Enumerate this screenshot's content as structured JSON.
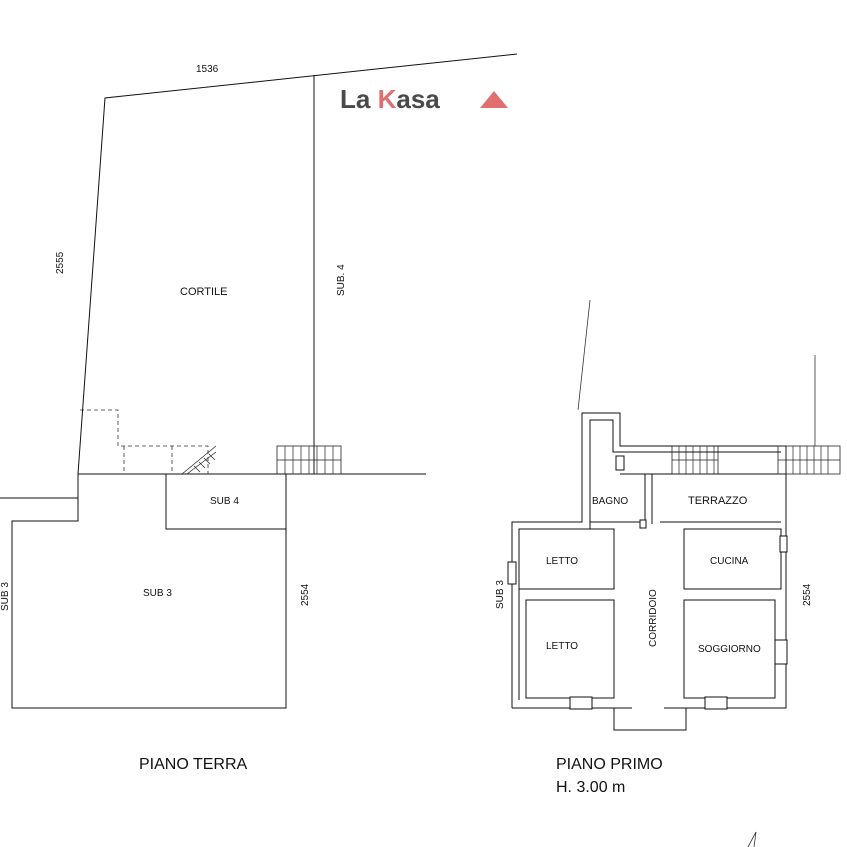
{
  "logo": {
    "text_a": "La ",
    "text_k": "K",
    "text_b": "asa",
    "color_dark": "#4a4a4a",
    "color_accent": "#e07070"
  },
  "ground_floor": {
    "title": "PIANO TERRA",
    "dim_top": "1536",
    "dim_left": "2555",
    "dim_right": "2554",
    "courtyard_label": "CORTILE",
    "sub4_side_label": "SUB. 4",
    "sub4_label": "SUB 4",
    "sub3_label": "SUB 3",
    "sub3_edge_label": "SUB 3"
  },
  "first_floor": {
    "title": "PIANO PRIMO",
    "height_label": "H. 3.00 m",
    "dim_right": "2554",
    "sub3_edge_label": "SUB 3",
    "rooms": {
      "bagno": "BAGNO",
      "terrazzo": "TERRAZZO",
      "letto_1": "LETTO",
      "cucina": "CUCINA",
      "corridoio": "CORRIDOIO",
      "letto_2": "LETTO",
      "soggiorno": "SOGGIORNO"
    }
  }
}
